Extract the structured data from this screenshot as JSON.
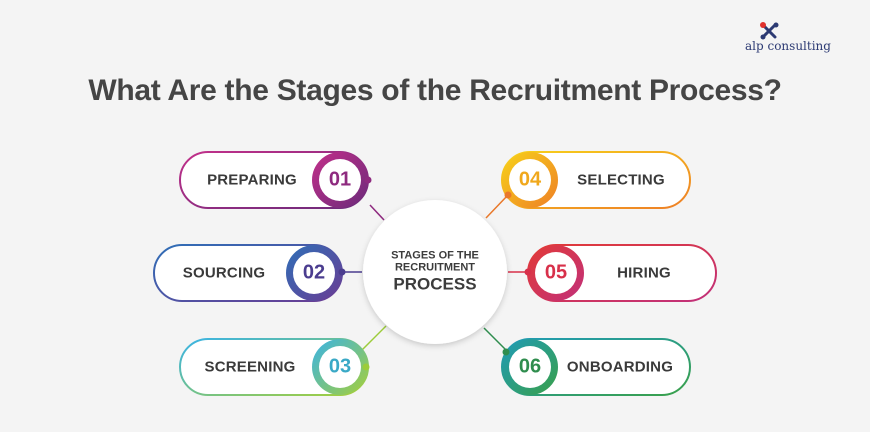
{
  "brand": {
    "name": "alp consulting"
  },
  "title": "What Are the Stages of the Recruitment Process?",
  "center": {
    "line1": "STAGES OF THE",
    "line2": "RECRUITMENT",
    "line3": "PROCESS"
  },
  "stages": [
    {
      "number": "01",
      "label": "PREPARING",
      "color": "#8e2a7f"
    },
    {
      "number": "02",
      "label": "SOURCING",
      "color": "#4b3d8f"
    },
    {
      "number": "03",
      "label": "SCREENING",
      "color": "#3aa9c6"
    },
    {
      "number": "04",
      "label": "SELECTING",
      "color": "#f0a81c"
    },
    {
      "number": "05",
      "label": "HIRING",
      "color": "#d8304a"
    },
    {
      "number": "06",
      "label": "ONBOARDING",
      "color": "#2f8d4e"
    }
  ],
  "accents": {
    "01": "#8e2a7f",
    "02": "#4b3d8f",
    "03": "#9ccc3a",
    "04": "#e9782a",
    "05": "#d8304a",
    "06": "#2f8d4e"
  }
}
